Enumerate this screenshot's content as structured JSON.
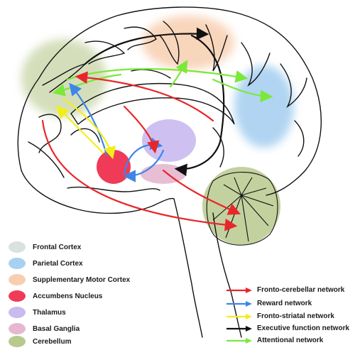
{
  "regions": [
    {
      "label": "Frontal Cortex",
      "color": "#d9e2de"
    },
    {
      "label": "Parietal Cortex",
      "color": "#a8d0f0"
    },
    {
      "label": "Supplementary Motor Cortex",
      "color": "#f7cfb0"
    },
    {
      "label": "Accumbens Nucleus",
      "color": "#ef3b57"
    },
    {
      "label": "Thalamus",
      "color": "#c9baf0"
    },
    {
      "label": "Basal Ganglia",
      "color": "#e6b7cf"
    },
    {
      "label": "Cerebellum",
      "color": "#b8c98e"
    }
  ],
  "networks": [
    {
      "label": "Fronto-cerebellar network",
      "color": "#e8262a"
    },
    {
      "label": "Reward network",
      "color": "#3d86e8"
    },
    {
      "label": "Fronto-striatal network",
      "color": "#f2ee1a"
    },
    {
      "label": "Executive function network",
      "color": "#111111"
    },
    {
      "label": "Attentional network",
      "color": "#7be83a"
    }
  ]
}
